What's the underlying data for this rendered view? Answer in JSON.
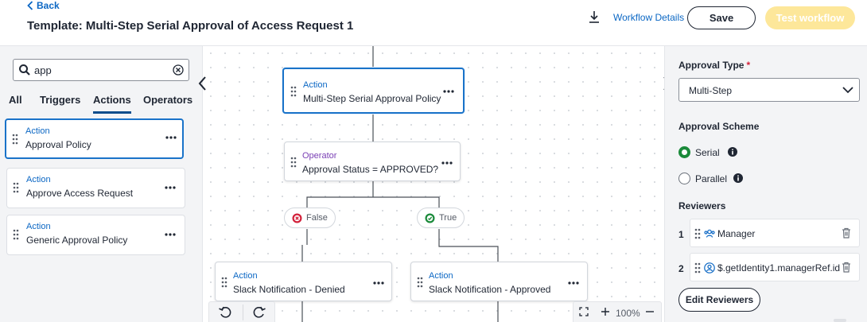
{
  "header": {
    "back_label": "Back",
    "title": "Template: Multi-Step Serial Approval of Access Request 1",
    "workflow_details_label": "Workflow Details",
    "save_label": "Save",
    "test_label": "Test workflow"
  },
  "left_panel": {
    "search": {
      "value": "app",
      "placeholder": ""
    },
    "tabs": [
      "All",
      "Triggers",
      "Actions",
      "Operators"
    ],
    "active_tab": "Actions",
    "items": [
      {
        "kind": "Action",
        "name": "Approval Policy",
        "selected": true
      },
      {
        "kind": "Action",
        "name": "Approve Access Request",
        "selected": false
      },
      {
        "kind": "Action",
        "name": "Generic Approval Policy",
        "selected": false
      }
    ]
  },
  "canvas": {
    "nodes": [
      {
        "kind": "Action",
        "name": "Multi-Step Serial Approval Policy",
        "selected": true
      },
      {
        "kind": "Operator",
        "name": "Approval Status = APPROVED?"
      },
      {
        "kind": "Action",
        "name": "Slack Notification - Denied"
      },
      {
        "kind": "Action",
        "name": "Slack Notification - Approved"
      }
    ],
    "branches": [
      {
        "label": "False",
        "color": "#d2213a"
      },
      {
        "label": "True",
        "color": "#1a8a3a"
      }
    ],
    "zoom": "100%"
  },
  "right_panel": {
    "approval_type_label": "Approval Type",
    "required_mark": "*",
    "approval_type_value": "Multi-Step",
    "approval_scheme_label": "Approval Scheme",
    "scheme_options": [
      {
        "label": "Serial",
        "selected": true
      },
      {
        "label": "Parallel",
        "selected": false
      }
    ],
    "reviewers_label": "Reviewers",
    "reviewers": [
      {
        "num": "1",
        "name": "Manager",
        "icon": "group-icon"
      },
      {
        "num": "2",
        "name": "$.getIdentity1.managerRef.id",
        "icon": "user-icon"
      }
    ],
    "edit_reviewers_label": "Edit Reviewers"
  },
  "colors": {
    "accent": "#0b67c4",
    "selection": "#1a73c9",
    "operator": "#7a3fb5",
    "test_button": "#fde79a"
  }
}
